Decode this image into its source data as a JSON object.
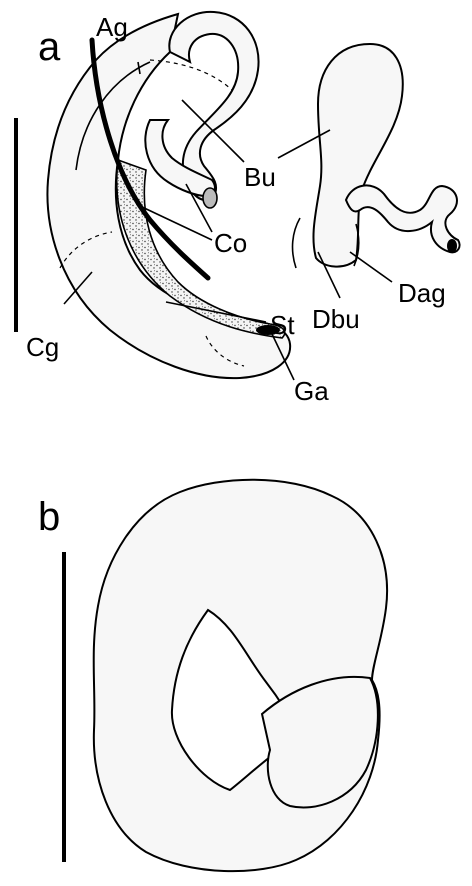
{
  "panels": {
    "a": {
      "letter": "a",
      "labels": {
        "ag": "Ag",
        "bu": "Bu",
        "co": "Co",
        "dag": "Dag",
        "dbu": "Dbu",
        "st": "St",
        "cg": "Cg",
        "ga": "Ga"
      }
    },
    "b": {
      "letter": "b"
    }
  },
  "colors": {
    "ink": "#000000",
    "stipple": "#555555",
    "background": "#ffffff"
  }
}
